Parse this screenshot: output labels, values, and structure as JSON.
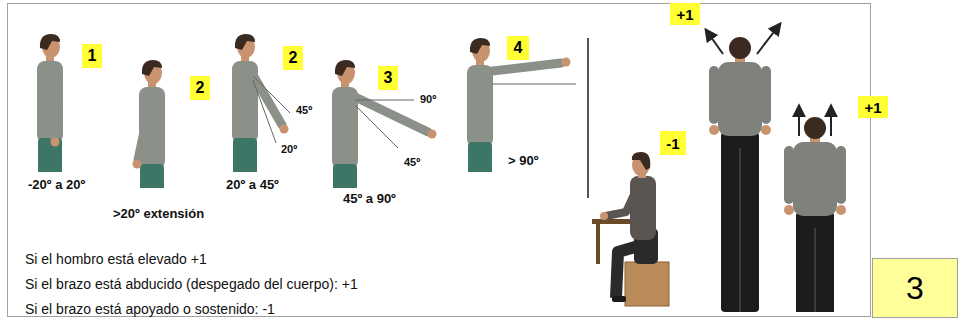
{
  "diagram": {
    "nodes": [
      {
        "text": [
          "1"
        ]
      },
      {
        "text": [
          "2"
        ]
      },
      {
        "text": [
          "2"
        ]
      },
      {
        "text": [
          "3"
        ]
      },
      {
        "text": [
          "4"
        ]
      },
      {
        "text": [
          "+1"
        ]
      },
      {
        "text": [
          "+1"
        ]
      },
      {
        "text": [
          "-1"
        ]
      },
      {
        "text": [
          "3"
        ]
      }
    ],
    "labels": [
      "-20º a 20º",
      ">20º extensión",
      "20º a 45º",
      "45º a 90º",
      "> 90º",
      "90º",
      "45º",
      "20º",
      "45º",
      "Si el hombro está elevado +1",
      "Si el brazo está abducido (despegado del cuerpo): +1",
      "Si el brazo está apoyado o sostenido: -1"
    ]
  }
}
